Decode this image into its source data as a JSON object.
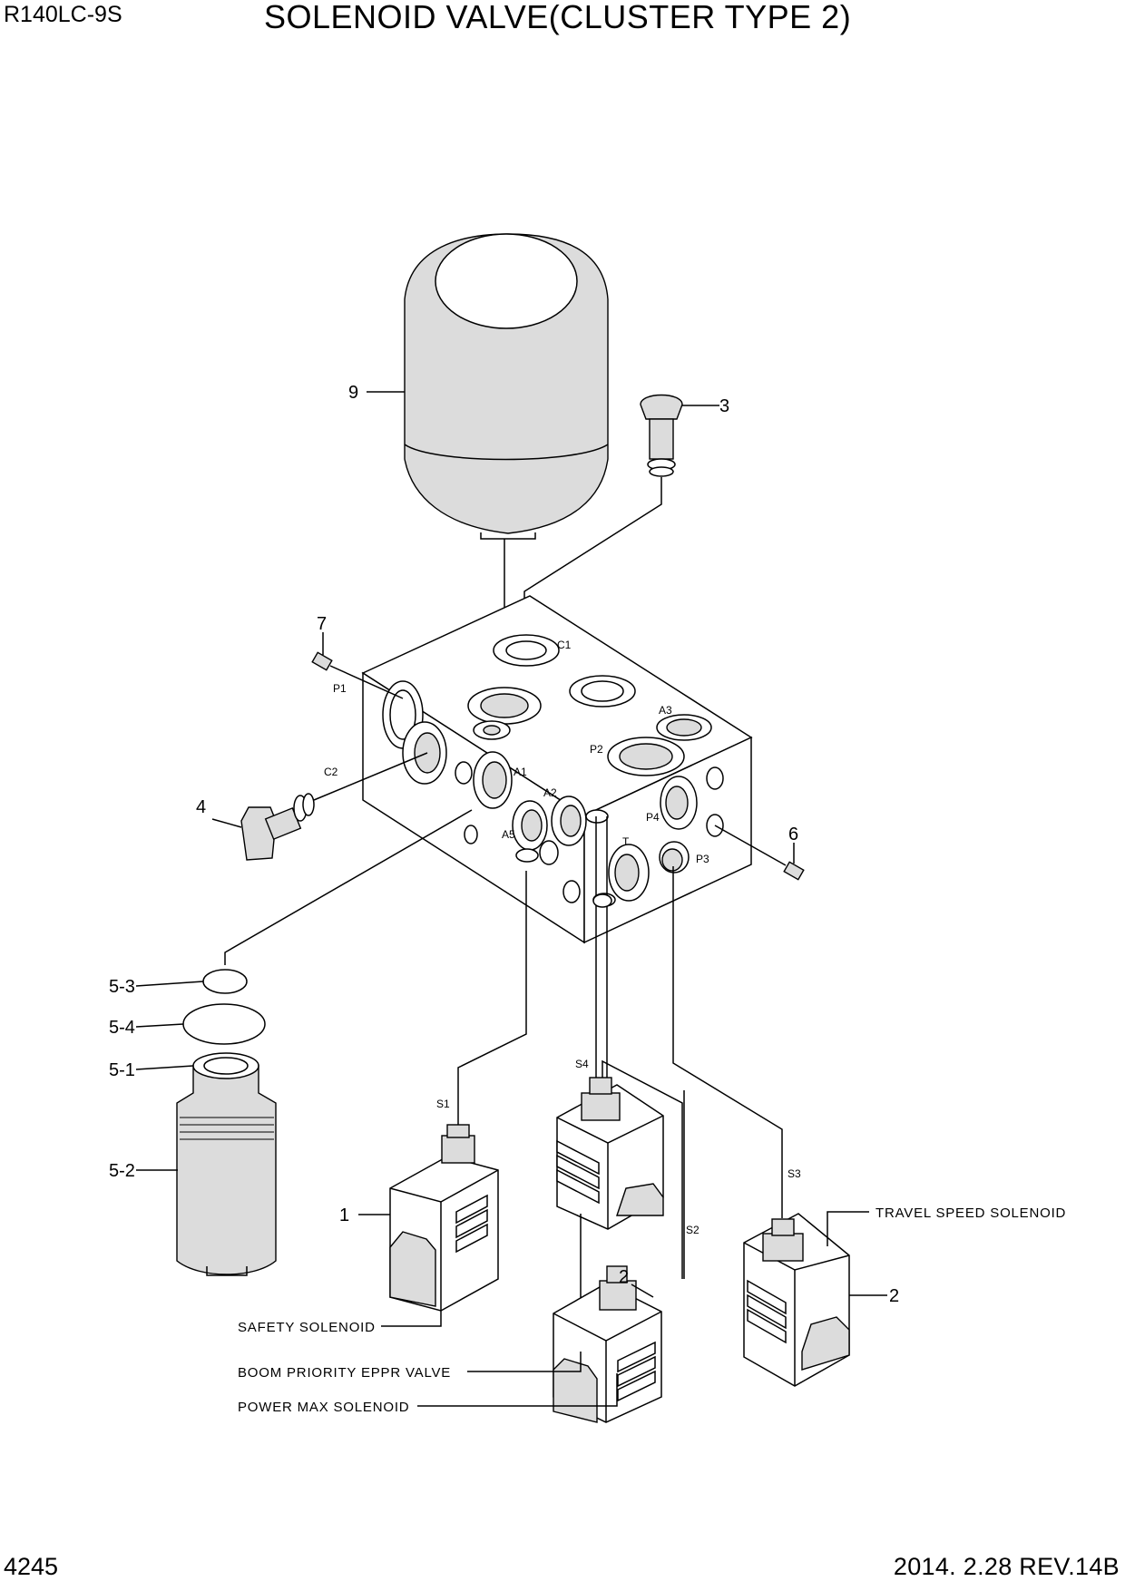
{
  "header": {
    "model": "R140LC-9S",
    "title": "SOLENOID VALVE(CLUSTER TYPE 2)"
  },
  "footer": {
    "page_number": "4245",
    "revision": "2014. 2.28  REV.14B"
  },
  "diagram": {
    "callouts": [
      "9",
      "3",
      "7",
      "4",
      "6",
      "5-3",
      "5-4",
      "5-1",
      "5-2",
      "1",
      "2",
      "2"
    ],
    "ports": [
      "C1",
      "P1",
      "A3",
      "P2",
      "C2",
      "A1",
      "A2",
      "A5",
      "P4",
      "T",
      "P3",
      "S1",
      "S4",
      "S2",
      "S3"
    ],
    "labels": {
      "travel_speed": "TRAVEL SPEED SOLENOID",
      "safety": "SAFETY SOLENOID",
      "boom_priority": "BOOM PRIORITY EPPR VALVE",
      "power_max": "POWER MAX SOLENOID"
    }
  }
}
